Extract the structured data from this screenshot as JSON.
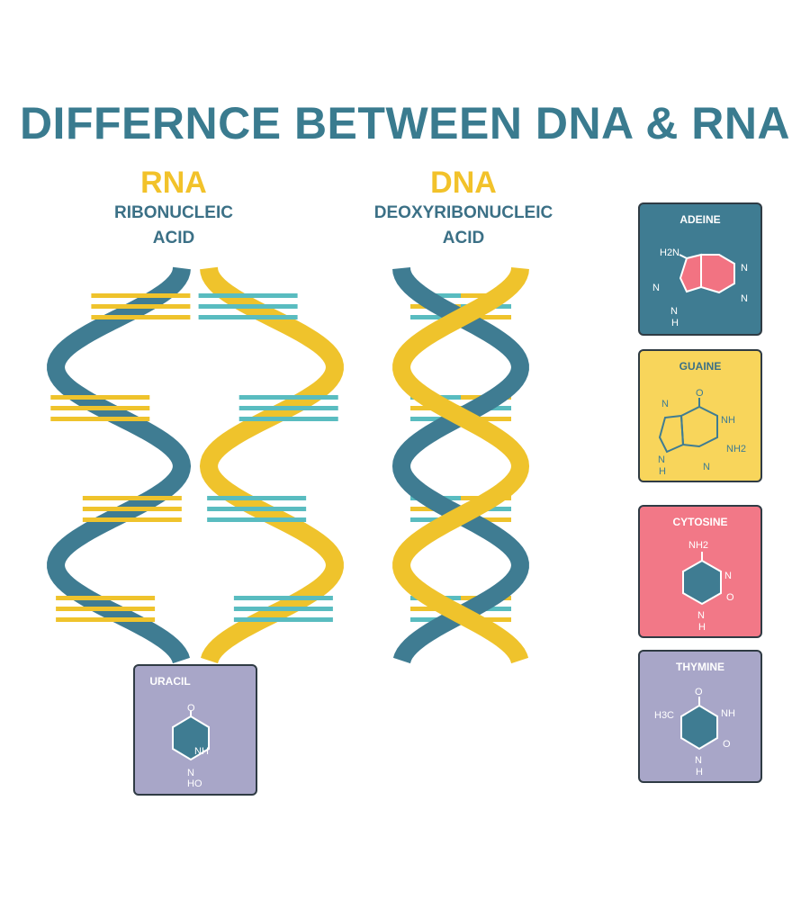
{
  "title": "DIFFERNCE BETWEEN DNA & RNA",
  "rna": {
    "label": "RNA",
    "line1": "RIBONUCLEIC",
    "line2": "ACID"
  },
  "dna": {
    "label": "DNA",
    "line1": "DEOXYRIBONUCLEIC",
    "line2": "ACID"
  },
  "colors": {
    "title": "#3a7b8f",
    "heading": "#3b7086",
    "accent_yellow": "#f2c22a",
    "strand_blue": "#3f7c92",
    "strand_yellow": "#efc32c",
    "rung_teal": "#59bcc0",
    "rung_yellow": "#efc32c",
    "white": "#ffffff"
  },
  "cards": {
    "adenine": {
      "name": "ADEINE",
      "bg": "#3f7c92",
      "name_color": "#ffffff",
      "ring": "#f27382",
      "labels": {
        "amine": "H2N",
        "n_left": "N",
        "n_h": "N",
        "n_h_h": "H",
        "n_top_right": "N",
        "n_bottom_right": "N"
      }
    },
    "guanine": {
      "name": "GUAINE",
      "bg": "#f8d55b",
      "name_color": "#3b7086",
      "ring": "#3f7c92",
      "labels": {
        "n_top_left": "N",
        "oxygen": "O",
        "nh": "NH",
        "nh2": "NH2",
        "n_left": "N",
        "n_h": "H",
        "n_bottom": "N"
      }
    },
    "cytosine": {
      "name": "CYTOSINE",
      "bg": "#f27887",
      "name_color": "#ffffff",
      "ring": "#3f7c92",
      "labels": {
        "nh2": "NH2",
        "n_mid": "N",
        "oxygen": "O",
        "n_h_n": "N",
        "n_h": "H"
      }
    },
    "thymine": {
      "name": "THYMINE",
      "bg": "#a8a6c8",
      "name_color": "#ffffff",
      "ring": "#3f7c92",
      "labels": {
        "o_top": "O",
        "ch3": "H3C",
        "nh": "NH",
        "o_right": "O",
        "n_bottom": "N",
        "n_h": "H"
      }
    },
    "uracil": {
      "name": "URACIL",
      "bg": "#a8a6c8",
      "name_color": "#ffffff",
      "ring": "#3f7c92",
      "labels": {
        "o_top": "O",
        "nh": "NH",
        "n_bottom": "N",
        "ho": "HO"
      }
    }
  }
}
